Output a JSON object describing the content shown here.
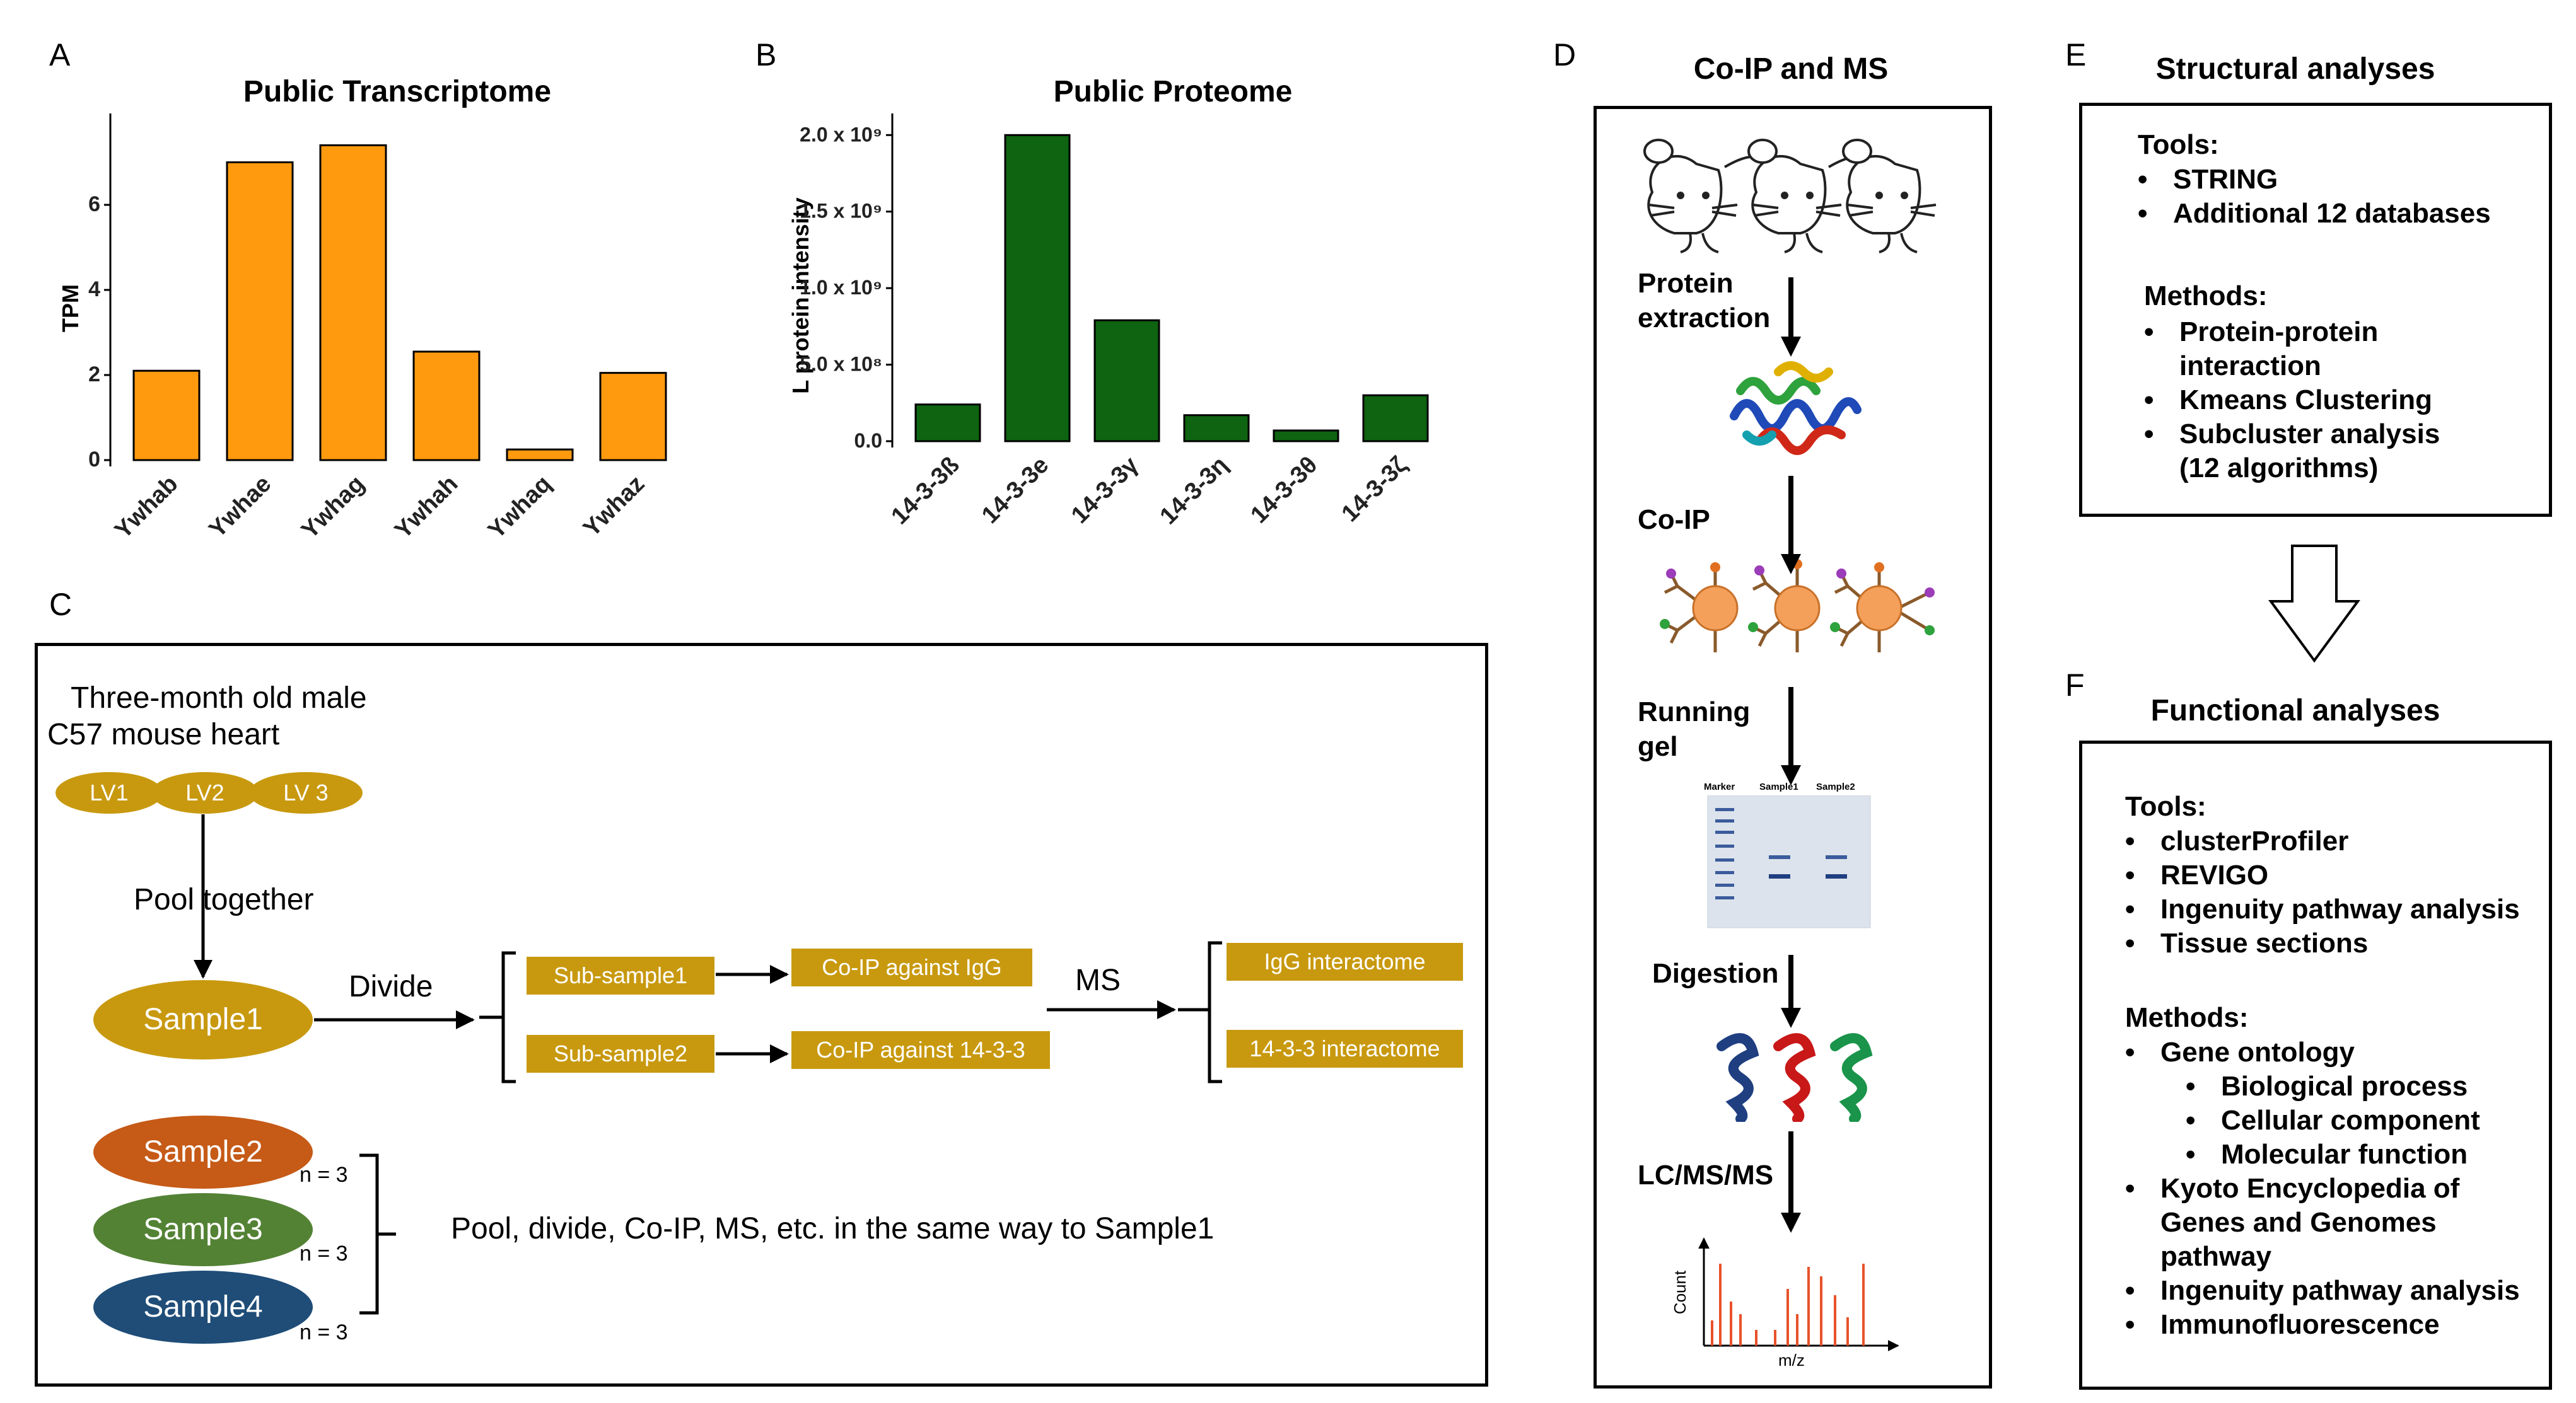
{
  "panels": {
    "a": "A",
    "b": "B",
    "c": "C",
    "d": "D",
    "e": "E",
    "f": "F"
  },
  "chart_data": [
    {
      "type": "bar",
      "title": "Public Transcriptome",
      "ylabel": "TPM",
      "xlabel": "",
      "categories": [
        "Ywhab",
        "Ywhae",
        "Ywhag",
        "Ywhah",
        "Ywhaq",
        "Ywhaz"
      ],
      "values": [
        2.1,
        7.0,
        7.4,
        2.55,
        0.25,
        2.05
      ],
      "ylim": [
        0,
        8
      ],
      "yticks": [
        "0",
        "2",
        "4",
        "6"
      ],
      "color": "#FF9A0F",
      "grid": false
    },
    {
      "type": "bar",
      "title": "Public Proteome",
      "ylabel": "L protein intensity",
      "xlabel": "",
      "categories": [
        "14-3-3ß",
        "14-3-3e",
        "14-3-3γ",
        "14-3-3η",
        "14-3-3θ",
        "14-3-3ζ"
      ],
      "values": [
        240000000.0,
        2000000000.0,
        790000000.0,
        170000000.0,
        70000000.0,
        300000000.0
      ],
      "ylim": [
        0,
        2100000000.0
      ],
      "yticks": [
        "0.0",
        "5.0 x 10⁸",
        "1.0 x 10⁹",
        "1.5 x 10⁹",
        "2.0 x 10⁹"
      ],
      "color": "#0E6410",
      "grid": false
    }
  ],
  "panel_c": {
    "source_line1": "Three-month old male",
    "source_line2": "C57 mouse heart",
    "lv": [
      "LV1",
      "LV2",
      "LV 3"
    ],
    "pool_together": "Pool together",
    "sample1": "Sample1",
    "divide": "Divide",
    "sub1": "Sub-sample1",
    "sub2": "Sub-sample2",
    "coip_igg": "Co-IP against IgG",
    "coip_1433": "Co-IP against 14-3-3",
    "ms": "MS",
    "igg_interactome": "IgG interactome",
    "interactome_1433": "14-3-3 interactome",
    "sample2": "Sample2",
    "sample3": "Sample3",
    "sample4": "Sample4",
    "n_label": "n = 3",
    "repeat_text": "Pool, divide, Co-IP, MS, etc. in the same way to Sample1",
    "colors": {
      "gold": "#C8990F",
      "sample2": "#C65A17",
      "sample3": "#538234",
      "sample4": "#1F4D78"
    }
  },
  "panel_d": {
    "title": "Co-IP and MS",
    "step1_line1": "Protein",
    "step1_line2": "extraction",
    "step2": "Co-IP",
    "step3_line1": "Running",
    "step3_line2": "gel",
    "step4": "Digestion",
    "step5": "LC/MS/MS",
    "gel_lanes": [
      "Marker",
      "Sample1",
      "Sample2"
    ],
    "ms_ylabel": "Count",
    "ms_xlabel": "m/z",
    "icons": [
      "mouse-icon",
      "protein-structure-icon",
      "antibody-bead-icon",
      "gel-icon",
      "peptide-icon",
      "spectrum-icon"
    ]
  },
  "panel_e": {
    "title": "Structural analyses",
    "tools_header": "Tools:",
    "tools": [
      "STRING",
      "Additional 12 databases"
    ],
    "methods_header": "Methods:",
    "methods": [
      "Protein-protein",
      "interaction",
      "Kmeans Clustering",
      "Subcluster analysis",
      "(12 algorithms)"
    ]
  },
  "panel_f": {
    "title": "Functional analyses",
    "tools_header": "Tools:",
    "tools": [
      "clusterProfiler",
      "REVIGO",
      "Ingenuity pathway analysis",
      "Tissue sections"
    ],
    "methods_header": "Methods:",
    "methods": [
      "Gene ontology",
      "Biological process",
      "Cellular component",
      "Molecular function",
      "Kyoto Encyclopedia of",
      "Genes and Genomes",
      "pathway",
      "Ingenuity pathway analysis",
      "Immunofluorescence"
    ]
  }
}
